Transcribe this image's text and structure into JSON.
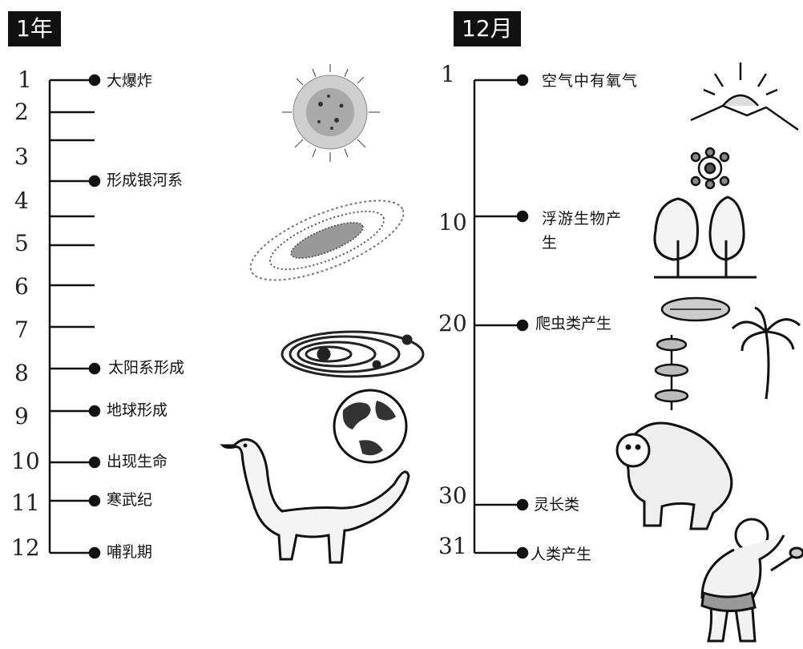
{
  "year_panel": {
    "title": "1年",
    "months": [
      "1",
      "2",
      "3",
      "4",
      "5",
      "6",
      "7",
      "8",
      "9",
      "10",
      "11",
      "12"
    ],
    "events": [
      {
        "month": "1",
        "label": "大爆炸"
      },
      {
        "month": "3",
        "label": "形成银河系"
      },
      {
        "month": "8",
        "label": "太阳系形成"
      },
      {
        "month": "9",
        "label": "地球形成"
      },
      {
        "month": "10",
        "label": "出现生命"
      },
      {
        "month": "11",
        "label": "寒武纪"
      },
      {
        "month": "12",
        "label": "哺乳期"
      }
    ]
  },
  "december_panel": {
    "title": "12月",
    "days": [
      "1",
      "10",
      "20",
      "30",
      "31"
    ],
    "events": [
      {
        "day": "1",
        "label": "空气中有氧气"
      },
      {
        "day": "10",
        "label": "浮游生物产生"
      },
      {
        "day": "20",
        "label": "爬虫类产生"
      },
      {
        "day": "30",
        "label": "灵长类"
      },
      {
        "day": "31",
        "label": "人类产生"
      }
    ]
  },
  "illustrations": [
    "big-bang-icon",
    "galaxy-icon",
    "solar-system-icon",
    "earth-icon",
    "dinosaur-icon",
    "sunrise-icon",
    "plankton-icon",
    "trees-icon",
    "trilobite-icon",
    "fern-icon",
    "palm-tree-icon",
    "ape-icon",
    "caveman-icon"
  ]
}
